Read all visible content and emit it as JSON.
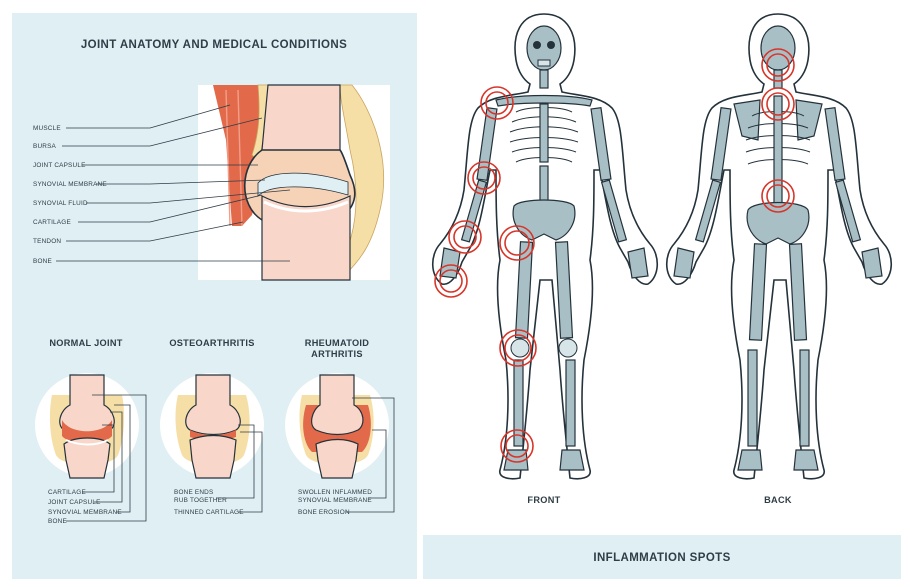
{
  "title": "JOINT ANATOMY AND MEDICAL CONDITIONS",
  "anatomy_labels": [
    "MUSCLE",
    "BURSA",
    "JOINT CAPSULE",
    "SYNOVIAL MEMBRANE",
    "SYNOVIAL FLUID",
    "CARTILAGE",
    "TENDON",
    "BONE"
  ],
  "conditions": [
    {
      "title_lines": [
        "NORMAL JOINT"
      ],
      "labels": [
        "CARTILAGE",
        "JOINT CAPSULE",
        "SYNOVIAL MEMBRANE",
        "BONE"
      ]
    },
    {
      "title_lines": [
        "OSTEOARTHRITIS"
      ],
      "labels": [
        "BONE ENDS",
        "RUB TOGETHER",
        "THINNED CARTILAGE"
      ]
    },
    {
      "title_lines": [
        "RHEUMATOID",
        "ARTHRITIS"
      ],
      "labels": [
        "SWOLLEN INFLAMMED",
        "SYNOVIAL MEMBRANE",
        "BONE EROSION"
      ]
    }
  ],
  "figures": {
    "front_label": "FRONT",
    "back_label": "BACK"
  },
  "banner": "INFLAMMATION SPOTS",
  "colors": {
    "panel_bg": "#dfeff3",
    "bone": "#a9bfc6",
    "outline": "#24323b",
    "inflammation": "#d8352a",
    "muscle": "#e2694a",
    "cartilage": "#f5d4c8",
    "bursa": "#f6dfa7"
  }
}
